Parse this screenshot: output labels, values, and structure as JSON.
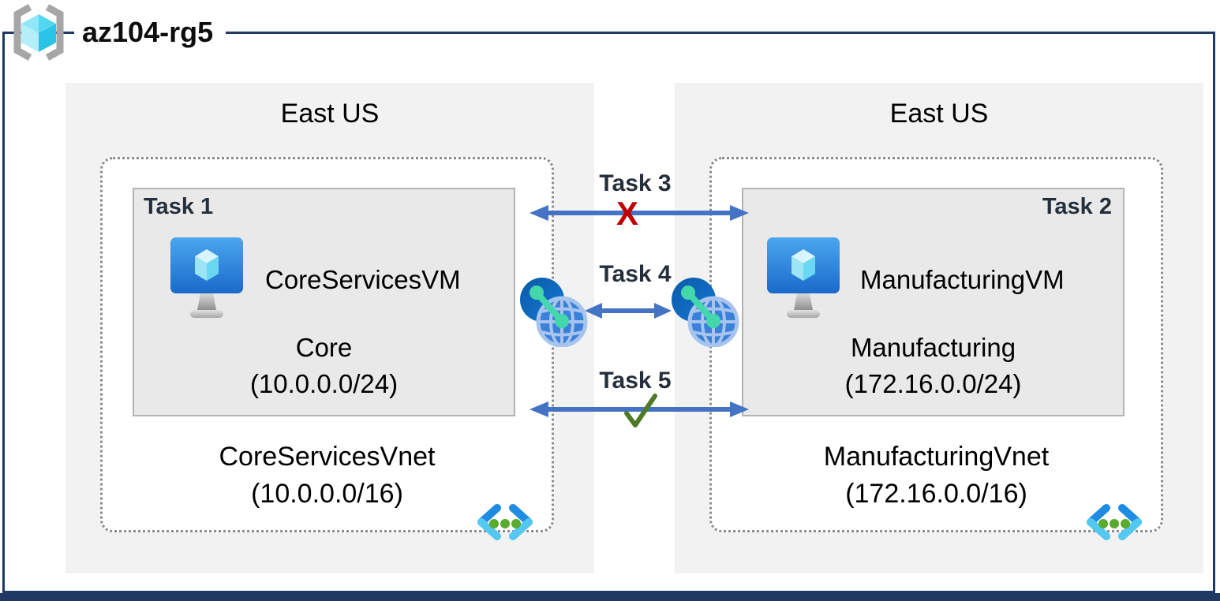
{
  "header": {
    "resource_group_name": "az104-rg5"
  },
  "regions": {
    "left": {
      "name": "East US",
      "vnet": {
        "name": "CoreServicesVnet",
        "cidr": "(10.0.0.0/16)"
      },
      "subnet": {
        "task_label": "Task 1",
        "name": "Core",
        "cidr": "(10.0.0.0/24)"
      },
      "vm": {
        "name": "CoreServicesVM"
      }
    },
    "right": {
      "name": "East US",
      "vnet": {
        "name": "ManufacturingVnet",
        "cidr": "(172.16.0.0/16)"
      },
      "subnet": {
        "task_label": "Task 2",
        "name": "Manufacturing",
        "cidr": "(172.16.0.0/24)"
      },
      "vm": {
        "name": "ManufacturingVM"
      }
    }
  },
  "connections": {
    "task3": {
      "label": "Task 3",
      "marker": "X",
      "status": "blocked"
    },
    "task4": {
      "label": "Task 4",
      "status": "vnet-peering"
    },
    "task5": {
      "label": "Task 5",
      "status": "allowed"
    }
  },
  "colors": {
    "frame": "#1F3864",
    "arrow": "#4472C4",
    "blocked_x": "#C00000",
    "allowed_check": "#4E7A28",
    "region_fill": "#F2F2F2",
    "subnet_fill": "#E9E9E9",
    "task_text": "#242F3B"
  }
}
